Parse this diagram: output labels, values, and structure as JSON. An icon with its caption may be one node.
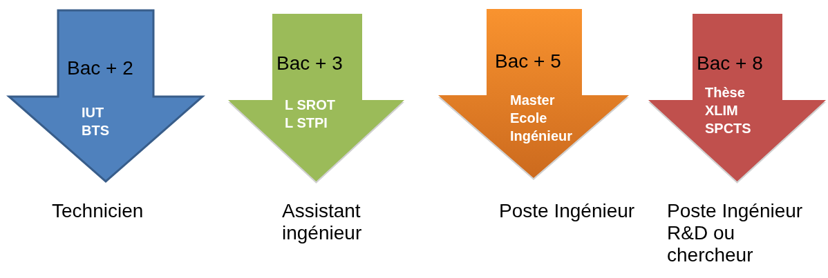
{
  "diagram": {
    "nodes": [
      {
        "text": [
          "Bac + 2",
          "IUT",
          "BTS"
        ],
        "beside": [
          "Technicien"
        ]
      },
      {
        "text": [
          "Bac + 3",
          "L SROT",
          "L STPI"
        ],
        "beside": [
          "Assistant ingénieur"
        ]
      },
      {
        "text": [
          "Bac + 5",
          "Master",
          "Ecole",
          "Ingénieur"
        ],
        "beside": [
          "Poste Ingénieur"
        ]
      },
      {
        "text": [
          "Bac + 8",
          "Thèse",
          "XLIM",
          "SPCTS"
        ],
        "beside": [
          "Poste Ingénieur R&D ou chercheur"
        ]
      }
    ]
  }
}
